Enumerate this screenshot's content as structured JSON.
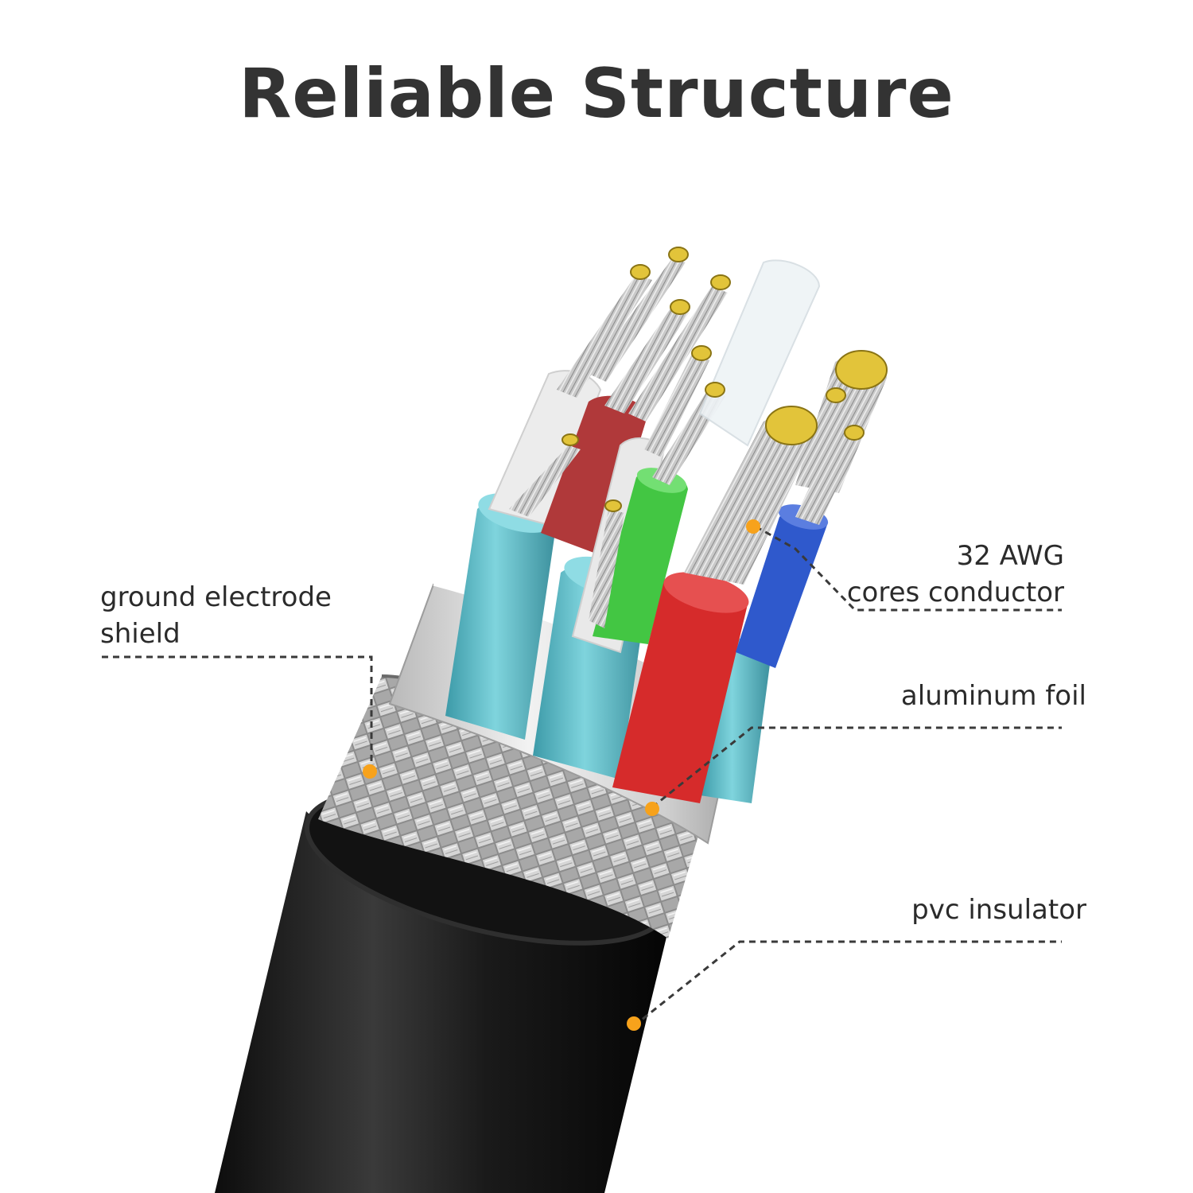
{
  "title": "Reliable Structure",
  "labels": {
    "cores": {
      "line1": "32 AWG",
      "line2": "cores conductor"
    },
    "ground": {
      "line1": "ground electrode",
      "line2": "shield"
    },
    "foil": {
      "text": "aluminum foil"
    },
    "pvc": {
      "text": "pvc insulator"
    }
  },
  "colors": {
    "callout_dot": "#f7a21b",
    "jacket": "#1c1c1c",
    "foil": "#d9d9d9",
    "inner_sheath": "#5bbcc8",
    "wire_red": "#d62d2d",
    "wire_darkred": "#b5393b",
    "wire_green": "#3fbf3f",
    "wire_blue": "#2e56c9",
    "wire_white": "#eeeeee",
    "conductor": "#c4c4c4",
    "core_tip": "#e2c43a"
  }
}
